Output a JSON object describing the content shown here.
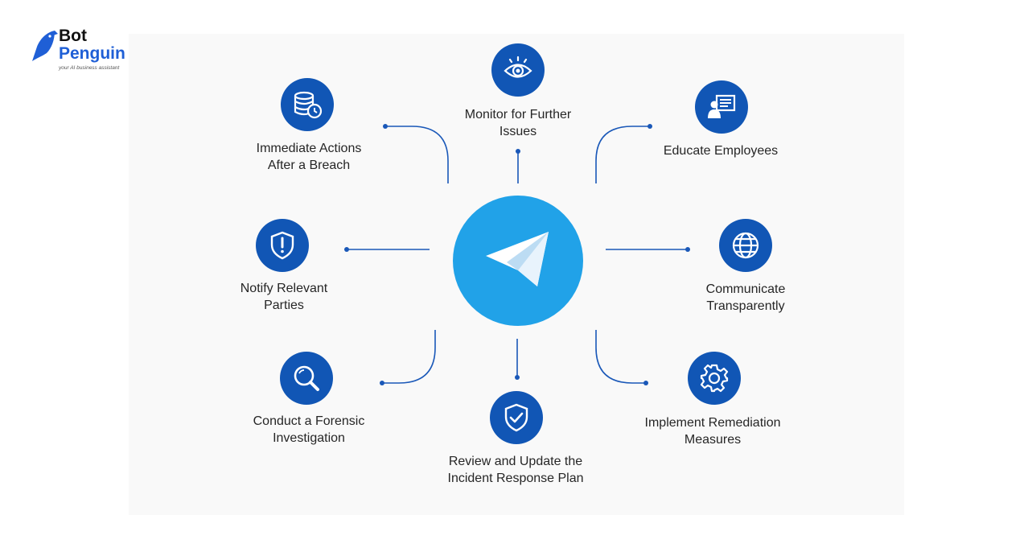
{
  "brand": {
    "name_line1": "Bot",
    "name_line2": "Penguin",
    "tagline": "your AI business assistant"
  },
  "hub": {
    "icon": "telegram-paper-plane-icon",
    "color": "#21a2e8"
  },
  "nodes": [
    {
      "id": "monitor",
      "label_line1": "Monitor for Further",
      "label_line2": "Issues",
      "icon": "eye-icon"
    },
    {
      "id": "immediate",
      "label_line1": "Immediate Actions",
      "label_line2": "After a Breach",
      "icon": "database-clock-icon"
    },
    {
      "id": "educate",
      "label_line1": "Educate Employees",
      "label_line2": "",
      "icon": "presentation-icon"
    },
    {
      "id": "notify",
      "label_line1": "Notify Relevant",
      "label_line2": "Parties",
      "icon": "shield-alert-icon"
    },
    {
      "id": "communicate",
      "label_line1": "Communicate",
      "label_line2": "Transparently",
      "icon": "globe-icon"
    },
    {
      "id": "forensic",
      "label_line1": "Conduct a Forensic",
      "label_line2": "Investigation",
      "icon": "magnifier-icon"
    },
    {
      "id": "review",
      "label_line1": "Review and Update the",
      "label_line2": "Incident Response Plan",
      "icon": "shield-check-icon"
    },
    {
      "id": "remediation",
      "label_line1": "Implement Remediation",
      "label_line2": "Measures",
      "icon": "gear-icon"
    }
  ],
  "colors": {
    "icon_bg": "#1156b5",
    "connector": "#1a58b8",
    "brand_blue": "#1f5fd6"
  }
}
